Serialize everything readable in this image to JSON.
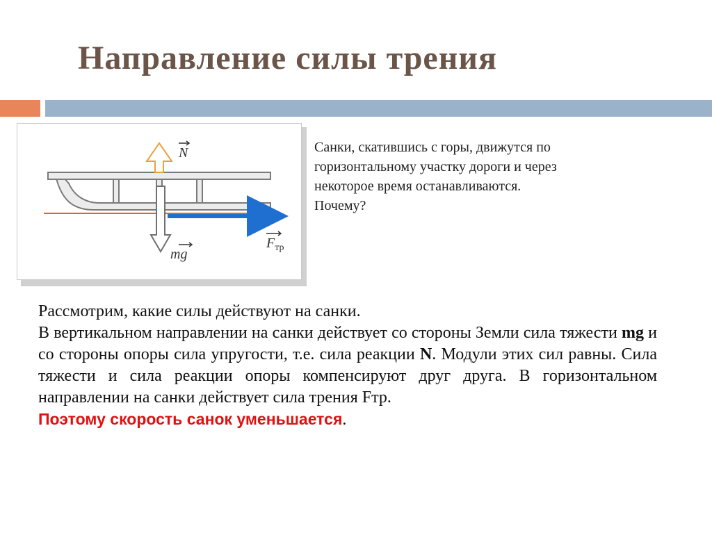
{
  "slide": {
    "title": "Направление силы трения"
  },
  "figure": {
    "label_N": "N",
    "label_mg": "mg",
    "label_F": "F",
    "label_F_sub": "тр",
    "colors": {
      "normal_force": "#e8a23c",
      "gravity": "#707070",
      "friction": "#1e6fd0",
      "ground": "#c9702e",
      "sled": "#7a7a7a"
    }
  },
  "side_text": {
    "line1": "Санки, скатившись с горы, движутся по",
    "line2": "горизонтальному участку дороги и через",
    "line3": "некоторое время останавливаются.",
    "line4": "Почему?"
  },
  "body": {
    "p1": "Рассмотрим, какие силы действуют на санки.",
    "p2_a": "В вертикальном направлении на санки действует со стороны Земли сила тяжести ",
    "p2_mg": "mg",
    "p2_b": " и со стороны опоры сила упругости, т.е. сила реакции ",
    "p2_N": "N",
    "p2_c": ". Модули этих сил равны. Сила тяжести и сила реакции опоры компенсируют друг друга. В горизонтальном направлении на санки действует сила трения Fтр.",
    "conclusion": "Поэтому скорость санок уменьшается",
    "conclusion_end": "."
  }
}
